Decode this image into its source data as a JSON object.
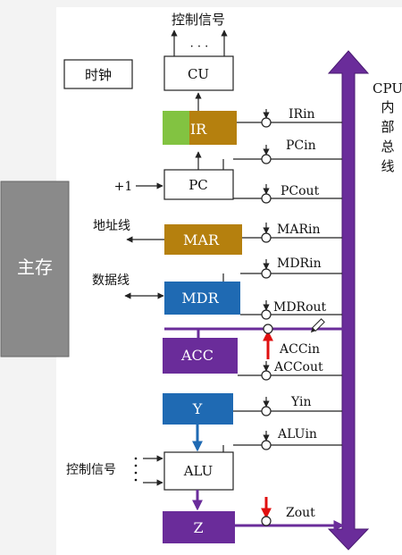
{
  "diagram": {
    "title_top": "控制信号",
    "dots_top": "· · ·",
    "clock": "时钟",
    "main_memory": "主存",
    "address_bus": "地址线",
    "data_bus": "数据线",
    "plus_one": "+1",
    "ctrl_left": "控制信号",
    "bus_label": [
      "CPU",
      "内",
      "部",
      "总",
      "线"
    ],
    "registers": {
      "cu": "CU",
      "ir": "IR",
      "pc": "PC",
      "mar": "MAR",
      "mdr": "MDR",
      "acc": "ACC",
      "y": "Y",
      "alu": "ALU",
      "z": "Z"
    },
    "signals": {
      "irin": "IRin",
      "pcin": "PCin",
      "pcout": "PCout",
      "marin": "MARin",
      "mdrin": "MDRin",
      "mdrout": "MDRout",
      "accin": "ACCin",
      "accout": "ACCout",
      "yin": "Yin",
      "aluin": "ALUin",
      "zout": "Zout"
    },
    "colors": {
      "purple": "#6a2c9a",
      "brown": "#b5800e",
      "blue": "#1f6ab3",
      "green": "#82c341",
      "gray": "#8a8a8a",
      "red": "#e01010"
    }
  }
}
